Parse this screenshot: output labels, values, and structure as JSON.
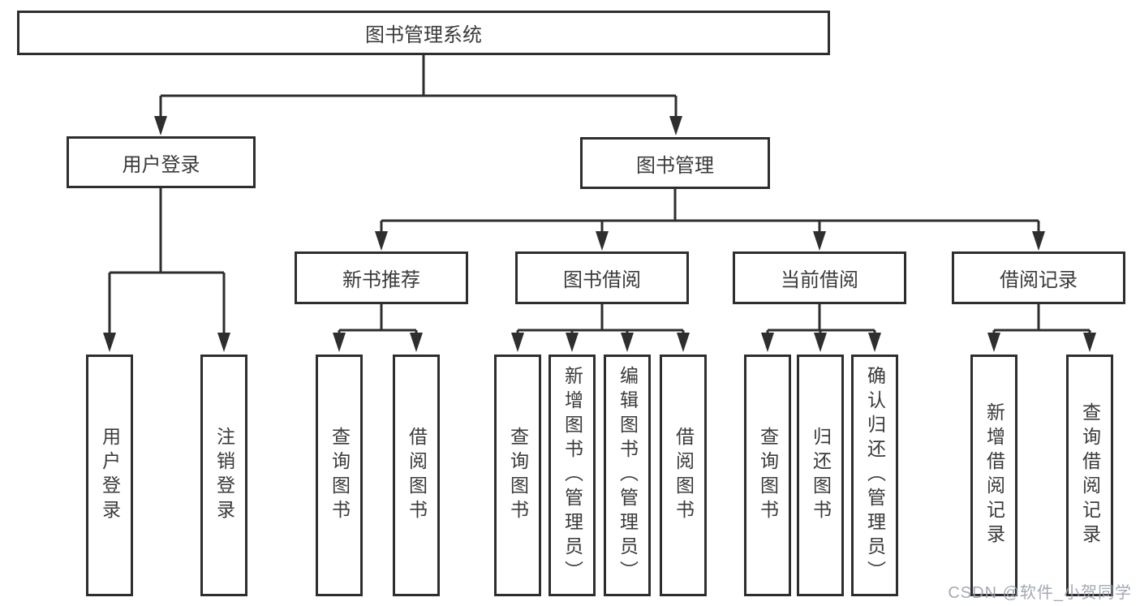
{
  "title": "图书管理系统",
  "tree": {
    "label": "图书管理系统",
    "children": [
      {
        "label": "用户登录",
        "children": [
          {
            "label": "用户登录"
          },
          {
            "label": "注销登录"
          }
        ]
      },
      {
        "label": "图书管理",
        "children": [
          {
            "label": "新书推荐",
            "children": [
              {
                "label": "查询图书"
              },
              {
                "label": "借阅图书"
              }
            ]
          },
          {
            "label": "图书借阅",
            "children": [
              {
                "label": "查询图书"
              },
              {
                "label": "新增图书（管理员）"
              },
              {
                "label": "编辑图书（管理员）"
              },
              {
                "label": "借阅图书"
              }
            ]
          },
          {
            "label": "当前借阅",
            "children": [
              {
                "label": "查询图书"
              },
              {
                "label": "归还图书"
              },
              {
                "label": "确认归还（管理员）"
              }
            ]
          },
          {
            "label": "借阅记录",
            "children": [
              {
                "label": "新增借阅记录"
              },
              {
                "label": "查询借阅记录"
              }
            ]
          }
        ]
      }
    ]
  },
  "watermark": "CSDN @软件_小贺同学",
  "colors": {
    "line": "#2e2e2e",
    "text": "#3a3a3a",
    "background": "#ffffff",
    "watermark": "#9aa0ac"
  }
}
